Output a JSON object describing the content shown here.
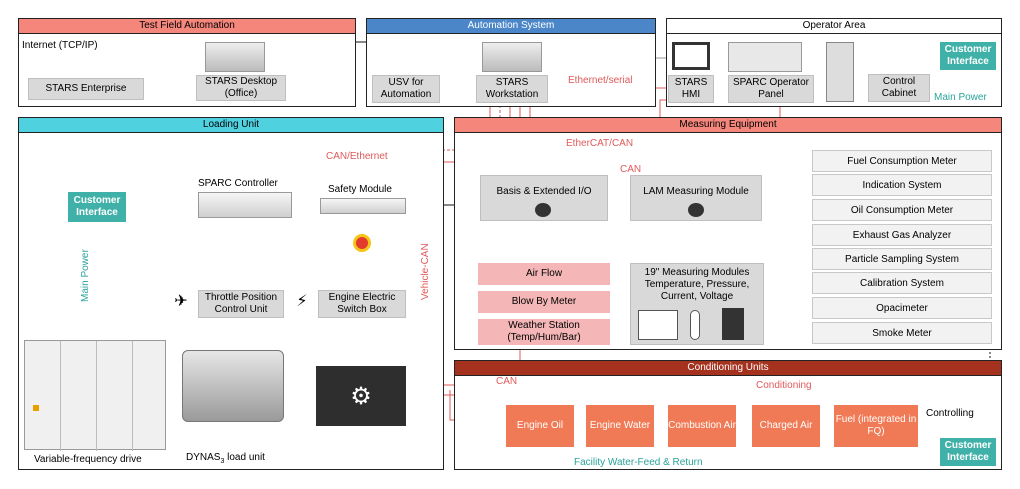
{
  "panels": {
    "test_field": "Test Field Automation",
    "automation_system": "Automation System",
    "operator_area": "Operator Area",
    "loading_unit": "Loading Unit",
    "measuring_equipment": "Measuring Equipment",
    "conditioning_units": "Conditioning Units"
  },
  "test_field": {
    "internet": "Internet (TCP/IP)",
    "stars_enterprise": "STARS Enterprise",
    "stars_desktop": "STARS Desktop (Office)"
  },
  "automation": {
    "usv": "USV for Automation",
    "workstation": "STARS Workstation",
    "ethernet_serial": "Ethernet/serial"
  },
  "operator": {
    "hmi": "STARS HMI",
    "sparc_panel": "SPARC Operator Panel",
    "control_cabinet": "Control Cabinet",
    "customer_interface": "Customer Interface",
    "main_power": "Main Power"
  },
  "loading": {
    "can_ethernet": "CAN/Ethernet",
    "sparc_controller": "SPARC  Controller",
    "safety_module": "Safety Module",
    "customer_interface": "Customer Interface",
    "main_power": "Main Power",
    "vehicle_can": "Vehicle-CAN",
    "throttle": "Throttle Position Control Unit",
    "switch_box": "Engine Electric Switch Box",
    "vfd": "Variable-frequency drive",
    "dynas_load": "DYNAS",
    "dynas_sub": "3",
    "dynas_tail": " load unit"
  },
  "measuring": {
    "ethercat_can": "EtherCAT/CAN",
    "can": "CAN",
    "basis_io": "Basis & Extended I/O",
    "lam": "LAM Measuring Module",
    "air_flow": "Air Flow",
    "blow_by": "Blow By Meter",
    "weather": "Weather Station (Temp/Hum/Bar)",
    "modules": "19\" Measuring Modules Temperature, Pressure, Current, Voltage",
    "list": [
      "Fuel Consumption Meter",
      "Indication System",
      "Oil Consumption Meter",
      "Exhaust Gas Analyzer",
      "Particle Sampling System",
      "Calibration System",
      "Opacimeter",
      "Smoke Meter"
    ]
  },
  "conditioning": {
    "can": "CAN",
    "conditioning": "Conditioning",
    "controlling": "Controlling",
    "units": [
      "Engine Oil",
      "Engine Water",
      "Combustion Air",
      "Charged Air",
      "Fuel (integrated in FQ)"
    ],
    "facility": "Facility Water-Feed & Return",
    "customer_interface": "Customer Interface"
  },
  "colors": {
    "red_line": "#e05a5a",
    "teal": "#3fb1a8",
    "orange": "#f07a55",
    "dark_red": "#a5321e",
    "blue": "#4a86c8",
    "salmon": "#f4867c",
    "cyan": "#4fd1e0"
  }
}
